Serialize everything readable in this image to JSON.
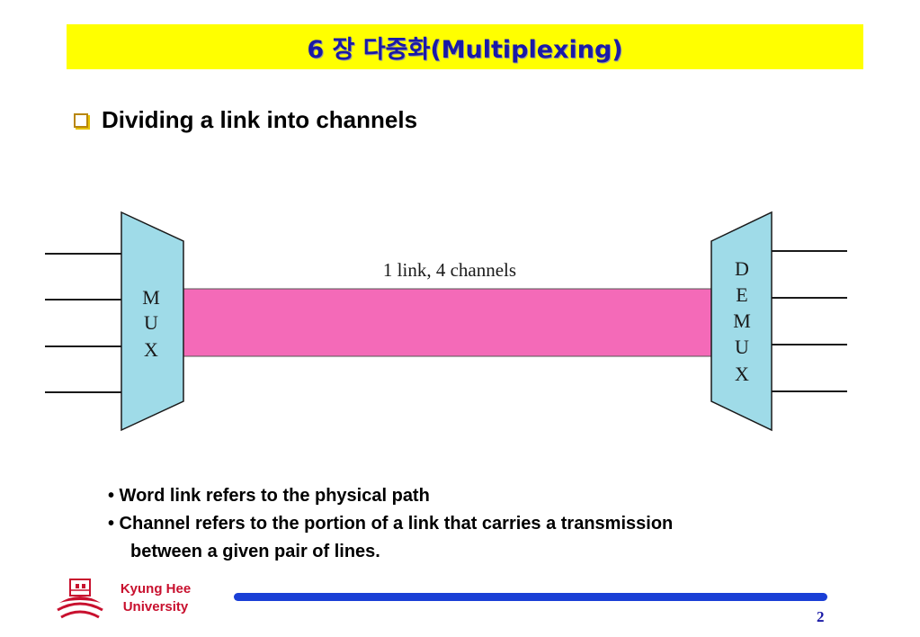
{
  "title": "6 장 다중화(Multiplexing)",
  "subtitle": "Dividing a link into channels",
  "diagram": {
    "mux_letters": [
      "M",
      "U",
      "X"
    ],
    "demux_letters": [
      "D",
      "E",
      "M",
      "U",
      "X"
    ],
    "link_label": "1 link, 4 channels",
    "input_line_count": 4,
    "output_line_count": 4,
    "colors": {
      "box": "#9fdbe8",
      "link": "#f46ab8",
      "title_bg": "#ffff00",
      "title_text": "#1a1aa6"
    }
  },
  "bullets": [
    "• Word link refers to the physical path",
    "• Channel refers to the portion of a link that carries a transmission",
    "between a given pair of lines."
  ],
  "footer": {
    "university_line1": "Kyung Hee",
    "university_line2": "University",
    "page_number": "2"
  }
}
